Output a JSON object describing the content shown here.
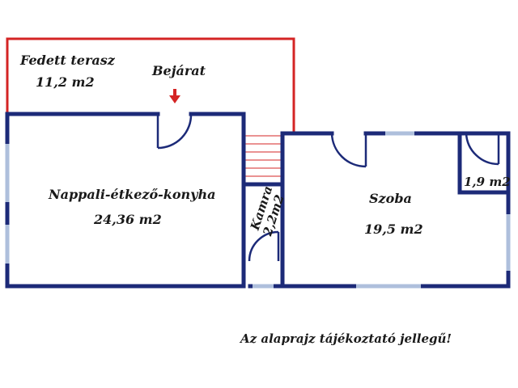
{
  "rooms": {
    "terrace": {
      "name": "Fedett terasz",
      "area": "11,2 m2"
    },
    "entrance": {
      "name": "Bejárat"
    },
    "living": {
      "name": "Nappali-étkező-konyha",
      "area": "24,36 m2"
    },
    "pantry": {
      "name": "Kamra",
      "area": "2,2m2"
    },
    "bedroom": {
      "name": "Szoba",
      "area": "19,5 m2"
    },
    "closet": {
      "area": "1,9 m2"
    }
  },
  "note": "Az alaprajz tájékoztató jellegű!",
  "colors": {
    "wall": "#1c2a78",
    "window": "#aebfdc",
    "terrace_outline": "#d42424",
    "arrow": "#d42424"
  },
  "icons": {
    "entrance_marker": "arrow-down-icon"
  }
}
